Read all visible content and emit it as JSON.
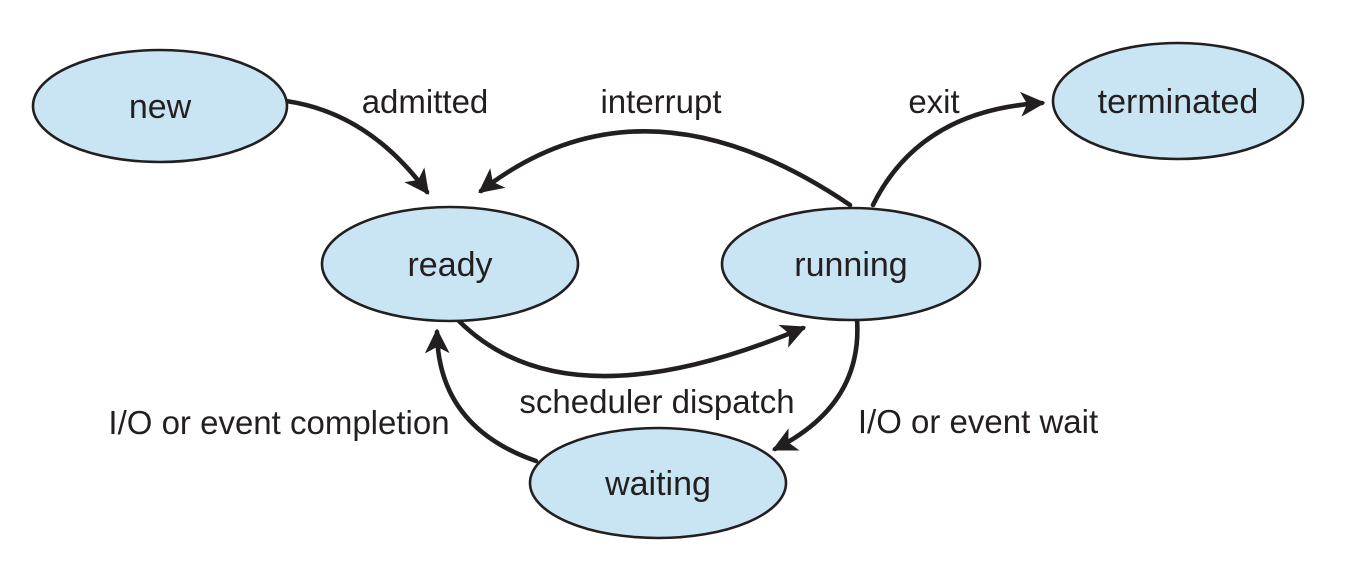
{
  "diagram": {
    "type": "state-diagram",
    "states": {
      "new": {
        "label": "new"
      },
      "ready": {
        "label": "ready"
      },
      "running": {
        "label": "running"
      },
      "waiting": {
        "label": "waiting"
      },
      "terminated": {
        "label": "terminated"
      }
    },
    "transitions": {
      "admitted": {
        "label": "admitted",
        "from": "new",
        "to": "ready"
      },
      "interrupt": {
        "label": "interrupt",
        "from": "running",
        "to": "ready"
      },
      "exit": {
        "label": "exit",
        "from": "running",
        "to": "terminated"
      },
      "scheduler_dispatch": {
        "label": "scheduler dispatch",
        "from": "ready",
        "to": "running"
      },
      "io_wait": {
        "label": "I/O or event wait",
        "from": "running",
        "to": "waiting"
      },
      "io_completion": {
        "label": "I/O or event completion",
        "from": "waiting",
        "to": "ready"
      }
    },
    "colors": {
      "state_fill": "#c9e5f4",
      "state_stroke": "#231f20",
      "arrow": "#231f20",
      "text": "#231f20",
      "background": "#ffffff"
    }
  }
}
